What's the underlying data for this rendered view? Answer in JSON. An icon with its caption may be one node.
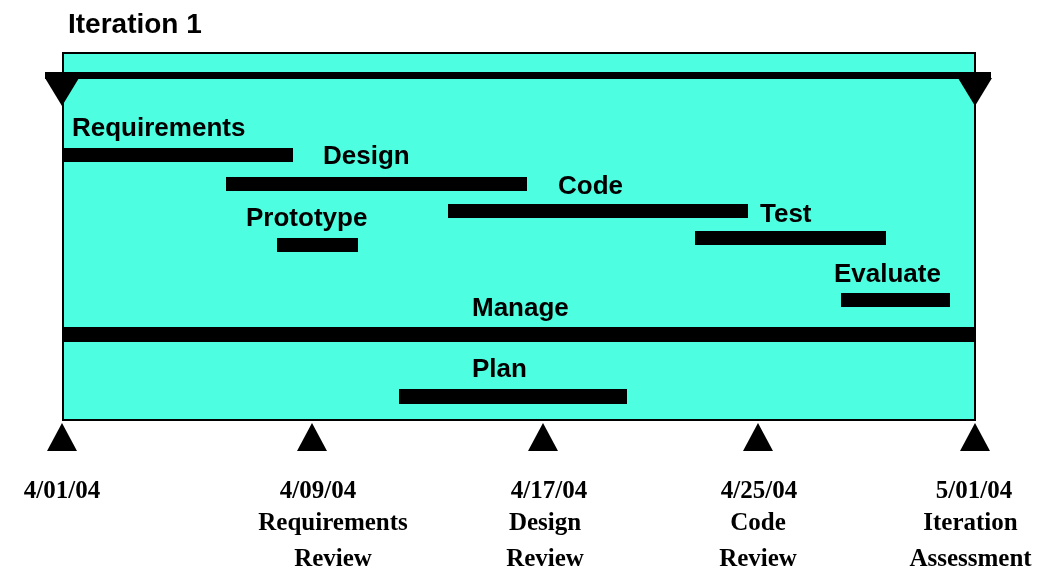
{
  "diagram": {
    "title": "Iteration 1",
    "nodes": [
      {
        "text": [],
        "shape": "box"
      },
      {
        "text": [
          "Requirements"
        ],
        "in": 0
      },
      {
        "text": [
          "Design"
        ],
        "in": 0
      },
      {
        "text": [
          "Prototype"
        ],
        "in": 0
      },
      {
        "text": [
          "Code"
        ],
        "in": 0
      },
      {
        "text": [
          "Test"
        ],
        "in": 0
      },
      {
        "text": [
          "Evaluate"
        ],
        "in": 0
      },
      {
        "text": [
          "Manage"
        ],
        "in": 0
      },
      {
        "text": [
          "Plan"
        ],
        "in": 0
      }
    ],
    "labels": [
      "4/01/04",
      "4/09/04",
      "Requirements Review",
      "4/17/04",
      "Design Review",
      "4/25/04",
      "Code Review",
      "5/01/04",
      "Iteration Assessment"
    ]
  }
}
